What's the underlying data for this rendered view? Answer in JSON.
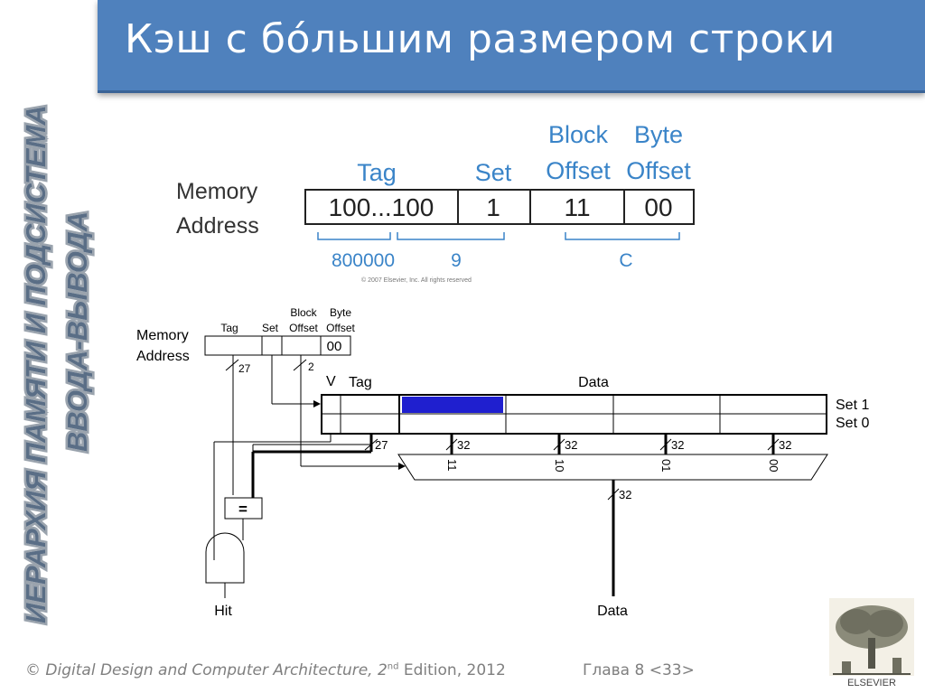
{
  "slide": {
    "title": "Кэш с бóльшим размером строки",
    "side_label_line1": "ИЕРАРХИЯ ПАМЯТИ И ПОДСИСТЕМА",
    "side_label_line2": "ВВОДА-ВЫВОДА",
    "footer_copyright": "© Digital Design and Computer Architecture, 2",
    "footer_sup": "nd",
    "footer_edition": " Edition, 2012",
    "footer_page": "Глава 8 <33>",
    "publisher_logo_text": "ELSEVIER"
  },
  "address_figure": {
    "memory_label_1": "Memory",
    "memory_label_2": "Address",
    "col_tag": "Tag",
    "col_set": "Set",
    "col_block_1": "Block",
    "col_block_2": "Offset",
    "col_byte_1": "Byte",
    "col_byte_2": "Offset",
    "val_tag": "100...100",
    "val_set": "1",
    "val_block": "11",
    "val_byte": "00",
    "hex_tag": "800000",
    "hex_set": "9",
    "hex_offset": "C",
    "copyright": "© 2007 Elsevier, Inc. All rights reserved"
  },
  "cache_diagram": {
    "mem_label_1": "Memory",
    "mem_label_2": "Address",
    "lbl_tag": "Tag",
    "lbl_set": "Set",
    "lbl_block_1": "Block",
    "lbl_block_2": "Offset",
    "lbl_byte_1": "Byte",
    "lbl_byte_2": "Offset",
    "byte_value": "00",
    "w27a": "27",
    "w2": "2",
    "col_v": "V",
    "col_tag": "Tag",
    "col_data": "Data",
    "set1": "Set 1",
    "set0": "Set 0",
    "w27b": "27",
    "w32_1": "32",
    "w32_2": "32",
    "w32_3": "32",
    "w32_4": "32",
    "mux_11": "11",
    "mux_10": "10",
    "mux_01": "01",
    "mux_00": "00",
    "w32_out": "32",
    "eq": "=",
    "hit": "Hit",
    "data_out": "Data",
    "highlight_color": "#1f1fcf"
  }
}
